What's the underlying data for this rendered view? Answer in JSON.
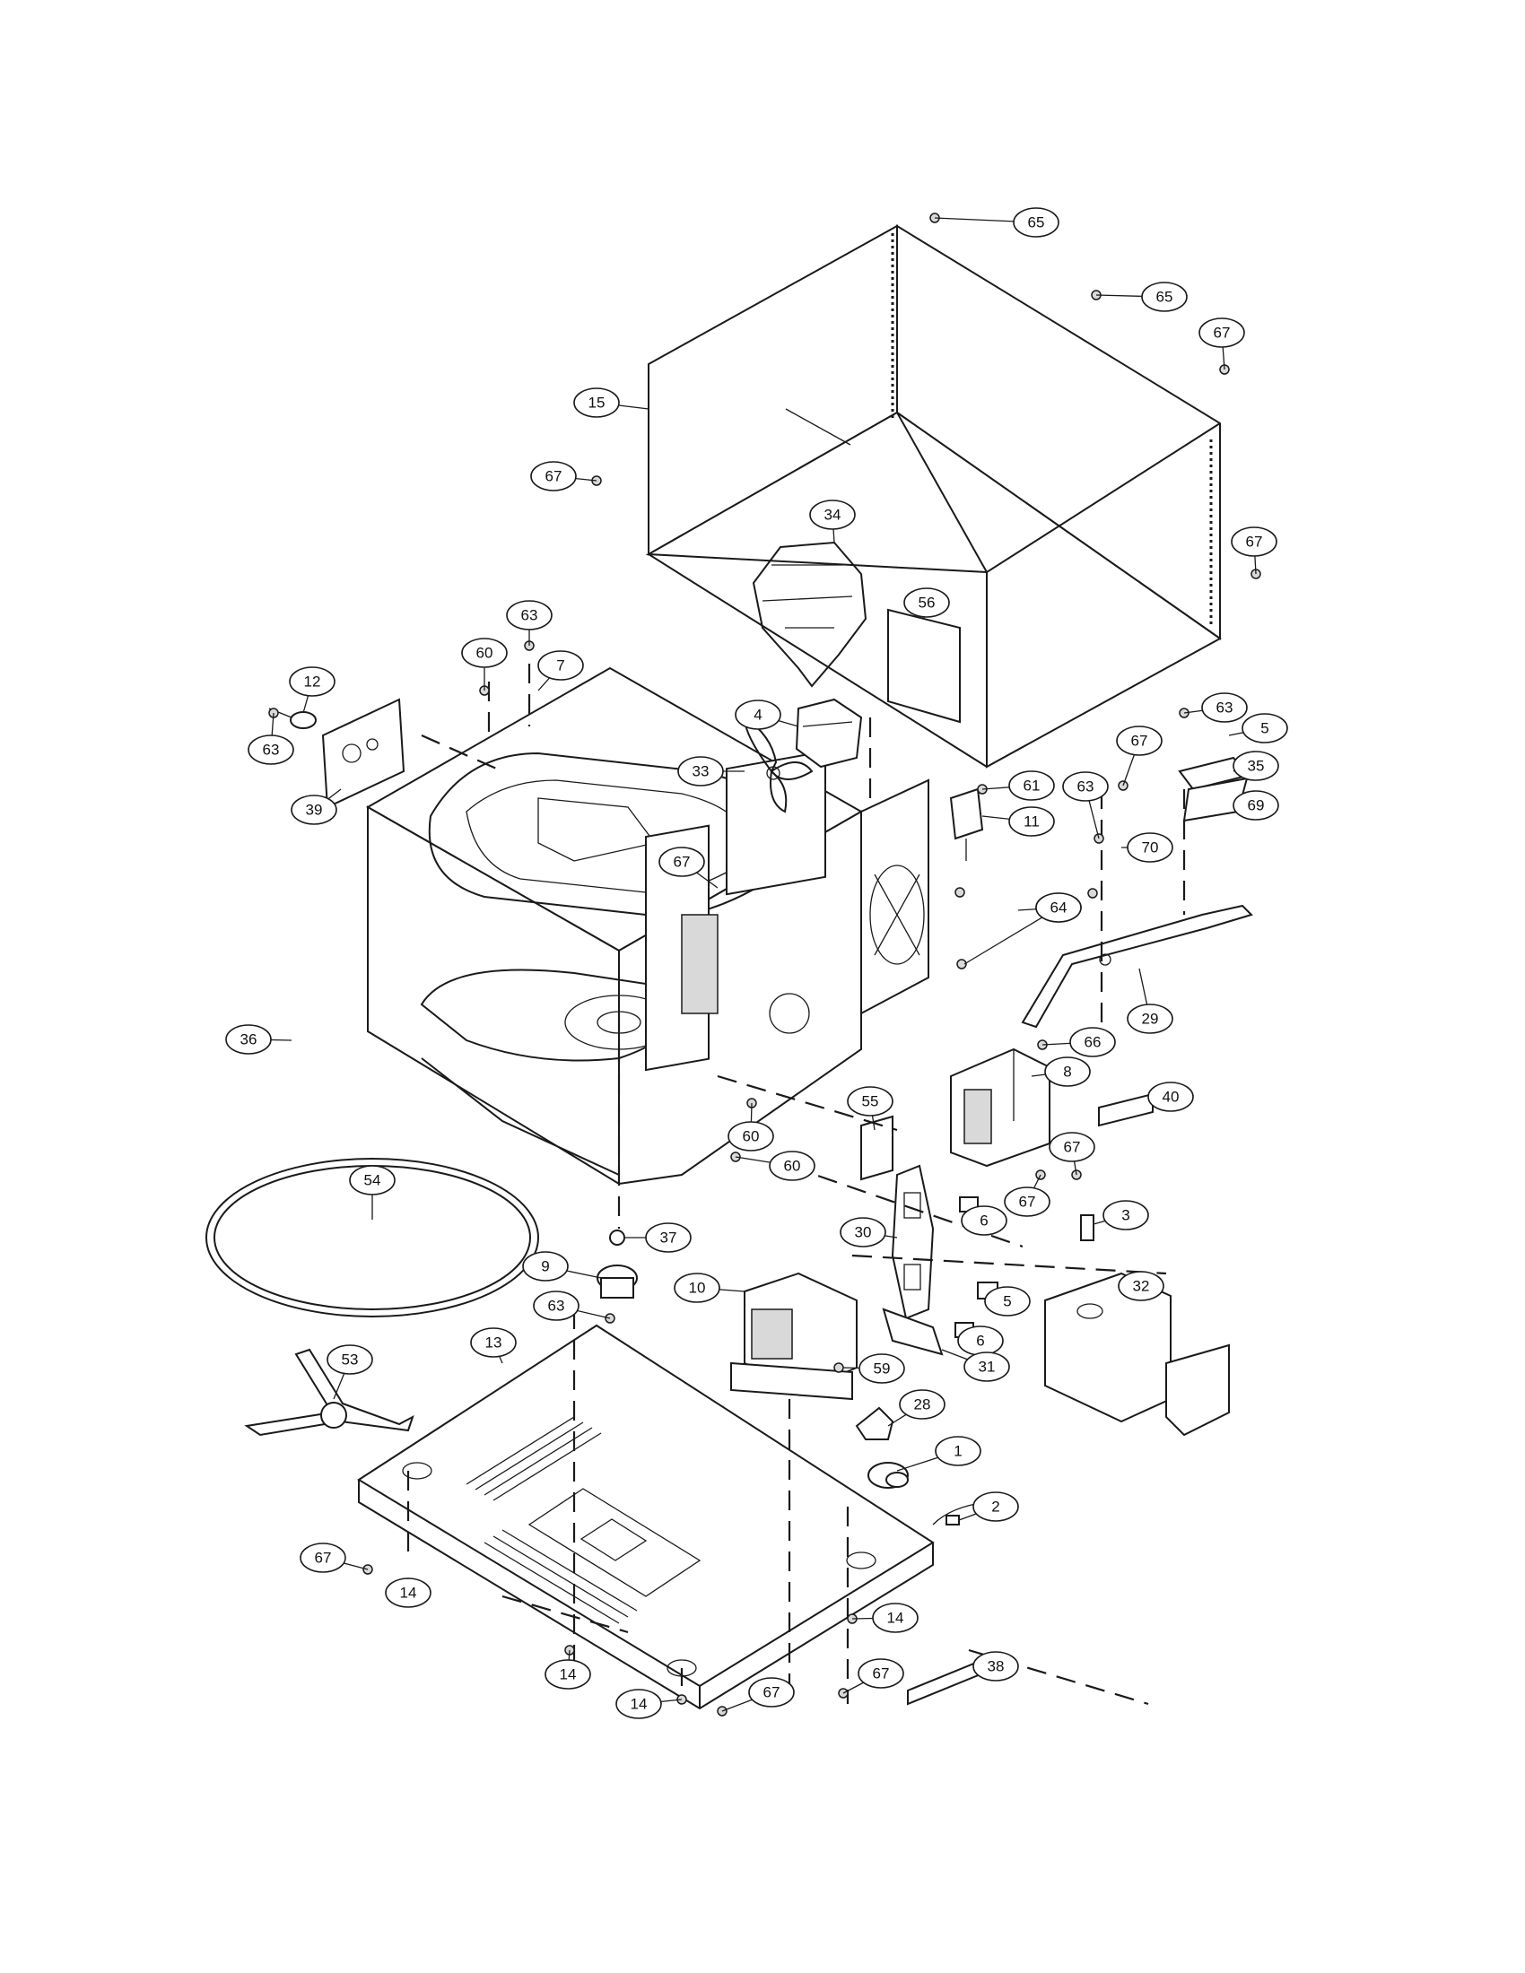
{
  "diagram": {
    "type": "exploded-parts-view",
    "callouts": [
      {
        "id": "c65a",
        "label": "65"
      },
      {
        "id": "c65b",
        "label": "65"
      },
      {
        "id": "c67a",
        "label": "67"
      },
      {
        "id": "c15",
        "label": "15"
      },
      {
        "id": "c67b",
        "label": "67"
      },
      {
        "id": "c34",
        "label": "34"
      },
      {
        "id": "c67c",
        "label": "67"
      },
      {
        "id": "c56",
        "label": "56"
      },
      {
        "id": "c63a",
        "label": "63"
      },
      {
        "id": "c60a",
        "label": "60"
      },
      {
        "id": "c7",
        "label": "7"
      },
      {
        "id": "c12",
        "label": "12"
      },
      {
        "id": "c63b",
        "label": "63"
      },
      {
        "id": "c39",
        "label": "39"
      },
      {
        "id": "c4",
        "label": "4"
      },
      {
        "id": "c33",
        "label": "33"
      },
      {
        "id": "c63c",
        "label": "63"
      },
      {
        "id": "c5a",
        "label": "5"
      },
      {
        "id": "c67d",
        "label": "67"
      },
      {
        "id": "c35",
        "label": "35"
      },
      {
        "id": "c69",
        "label": "69"
      },
      {
        "id": "c61",
        "label": "61"
      },
      {
        "id": "c11",
        "label": "11"
      },
      {
        "id": "c63d",
        "label": "63"
      },
      {
        "id": "c70",
        "label": "70"
      },
      {
        "id": "c67e",
        "label": "67"
      },
      {
        "id": "c64a",
        "label": "64"
      },
      {
        "id": "c64b",
        "label": "64"
      },
      {
        "id": "c29",
        "label": "29"
      },
      {
        "id": "c36",
        "label": "36"
      },
      {
        "id": "c66",
        "label": "66"
      },
      {
        "id": "c8",
        "label": "8"
      },
      {
        "id": "c40",
        "label": "40"
      },
      {
        "id": "c60b",
        "label": "60"
      },
      {
        "id": "c55",
        "label": "55"
      },
      {
        "id": "c60c",
        "label": "60"
      },
      {
        "id": "c67f",
        "label": "67"
      },
      {
        "id": "c67g",
        "label": "67"
      },
      {
        "id": "c6a",
        "label": "6"
      },
      {
        "id": "c3",
        "label": "3"
      },
      {
        "id": "c54",
        "label": "54"
      },
      {
        "id": "c37",
        "label": "37"
      },
      {
        "id": "c30",
        "label": "30"
      },
      {
        "id": "c9",
        "label": "9"
      },
      {
        "id": "c10",
        "label": "10"
      },
      {
        "id": "c5b",
        "label": "5"
      },
      {
        "id": "c32",
        "label": "32"
      },
      {
        "id": "c63e",
        "label": "63"
      },
      {
        "id": "c6b",
        "label": "6"
      },
      {
        "id": "c31",
        "label": "31"
      },
      {
        "id": "c13",
        "label": "13"
      },
      {
        "id": "c59",
        "label": "59"
      },
      {
        "id": "c53",
        "label": "53"
      },
      {
        "id": "c28",
        "label": "28"
      },
      {
        "id": "c1",
        "label": "1"
      },
      {
        "id": "c2",
        "label": "2"
      },
      {
        "id": "c67h",
        "label": "67"
      },
      {
        "id": "c14a",
        "label": "14"
      },
      {
        "id": "c14b",
        "label": "14"
      },
      {
        "id": "c38",
        "label": "38"
      },
      {
        "id": "c14c",
        "label": "14"
      },
      {
        "id": "c67i",
        "label": "67"
      },
      {
        "id": "c67j",
        "label": "67"
      },
      {
        "id": "c14d",
        "label": "14"
      }
    ]
  }
}
